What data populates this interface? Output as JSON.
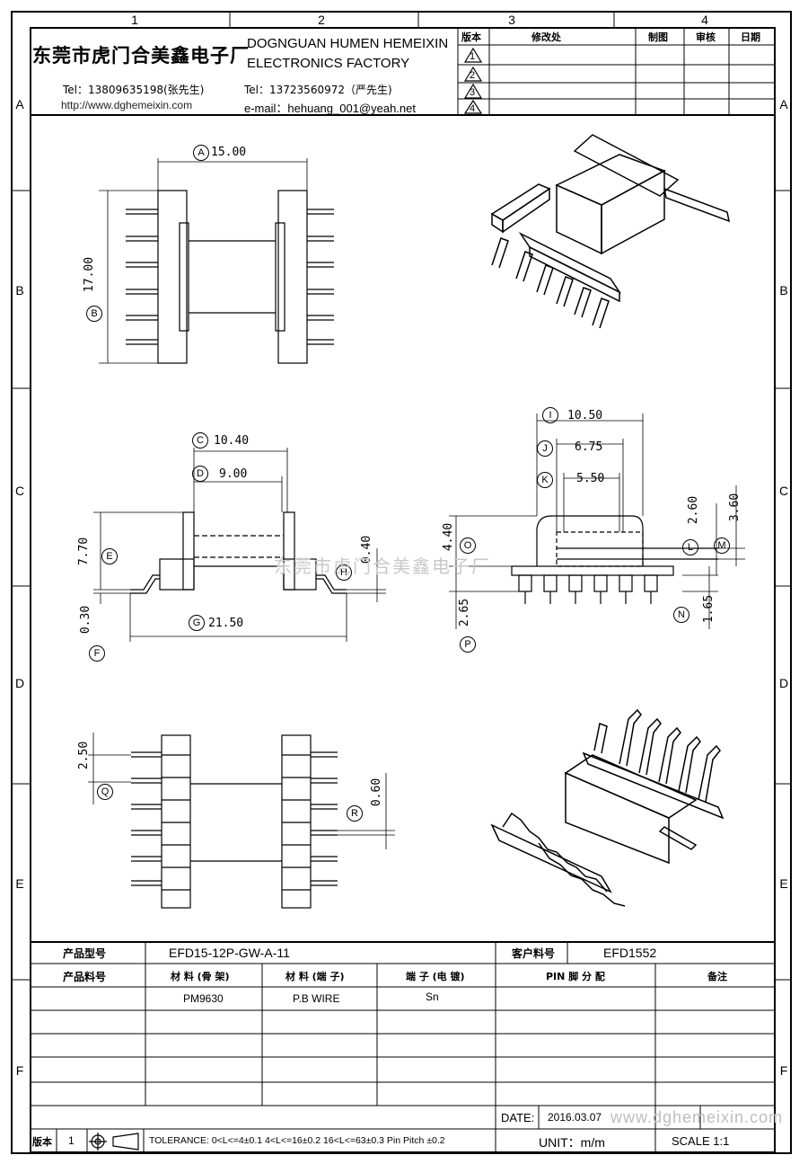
{
  "zones": {
    "columns": [
      "1",
      "2",
      "3",
      "4"
    ],
    "rows": [
      "A",
      "B",
      "C",
      "D",
      "E",
      "F"
    ]
  },
  "header": {
    "company_cn": "东莞市虎门合美鑫电子厂",
    "company_en_line1": "DOGNGUAN HUMEN HEMEIXIN",
    "company_en_line2": "ELECTRONICS FACTORY",
    "tel1": "Tel：13809635198(张先生)",
    "tel2": "Tel：13723560972（严先生)",
    "website": "http://www.dghemeixin.com",
    "email": "e-mail：hehuang_001@yeah.net"
  },
  "revision_table": {
    "col_version": "版本",
    "col_change": "修改处",
    "col_draw": "制图",
    "col_review": "审核",
    "col_date": "日期",
    "marks": [
      "1",
      "2",
      "3",
      "4"
    ]
  },
  "dimensions": {
    "A": "15.00",
    "B": "17.00",
    "C": "10.40",
    "D": "9.00",
    "E": "7.70",
    "F": "0.30",
    "G": "21.50",
    "H": "0.40",
    "I": "10.50",
    "J": "6.75",
    "K": "5.50",
    "L": "2.60",
    "M": "3.60",
    "N": "1.65",
    "O": "4.40",
    "P": "2.65",
    "Q": "2.50",
    "R": "0.60"
  },
  "labels": {
    "A": "A",
    "B": "B",
    "C": "C",
    "D": "D",
    "E": "E",
    "F": "F",
    "G": "G",
    "H": "H",
    "I": "I",
    "J": "J",
    "K": "K",
    "L": "L",
    "M": "M",
    "N": "N",
    "O": "O",
    "P": "P",
    "Q": "Q",
    "R": "R"
  },
  "watermark_cn": "东莞市虎门合美鑫电子厂",
  "watermark_url": "www.dghemeixin.com",
  "title_block": {
    "product_model_label": "产品型号",
    "product_model_value": "EFD15-12P-GW-A-11",
    "customer_part_label": "客户料号",
    "customer_part_value": "EFD1552",
    "product_part_label": "产品料号",
    "material_bobbin_label": "材 料 (骨 架)",
    "material_pin_label": "材 料 (端 子)",
    "plating_label": "端 子 (电 镀)",
    "pin_assign_label": "PIN 脚 分 配",
    "remark_label": "备注",
    "material_bobbin": "PM9630",
    "material_pin": "P.B WIRE",
    "plating": "Sn",
    "date_label": "DATE:",
    "date_value": "2016.03.07",
    "version_label": "版本",
    "version_value": "1",
    "tolerance": "TOLERANCE:  0<L<=4±0.1  4<L<=16±0.2  16<L<=63±0.3  Pin Pitch  ±0.2",
    "unit": "UNIT：m/m",
    "scale": "SCALE   1:1"
  }
}
